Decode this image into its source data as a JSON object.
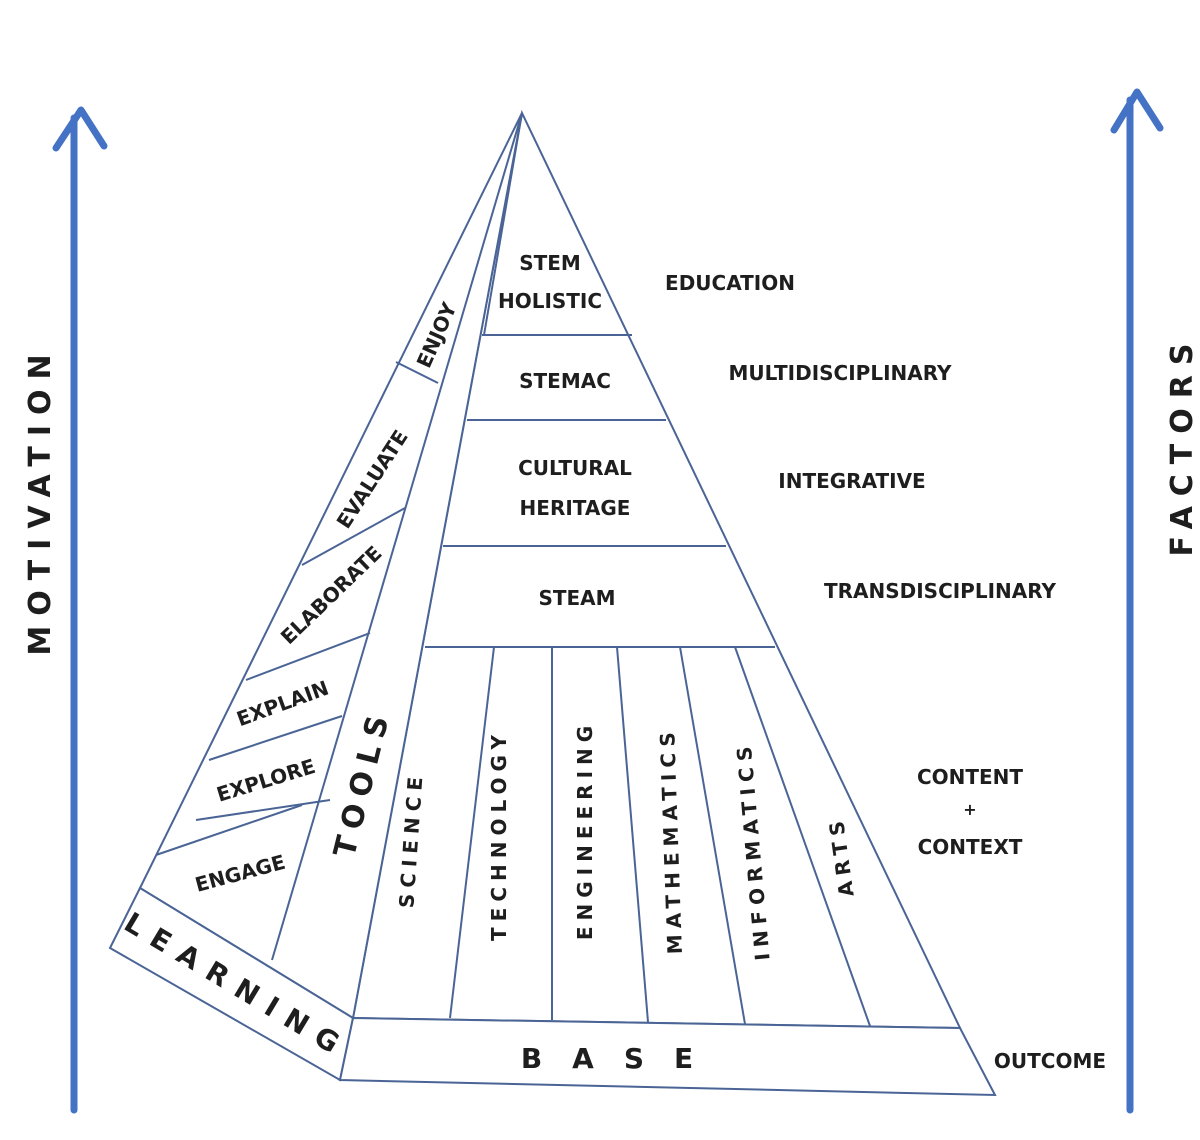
{
  "axes": {
    "left_label": "MOTIVATION",
    "right_label": "FACTORS",
    "arrow_color": "#4472c4"
  },
  "front_layers": {
    "stem_holistic": [
      "STEM",
      "HOLISTIC"
    ],
    "stemac": "STEMAC",
    "cultural_heritage": [
      "CULTURAL",
      "HERITAGE"
    ],
    "steam": "STEAM"
  },
  "disciplines": [
    "SCIENCE",
    "TECHNOLOGY",
    "ENGINEERING",
    "MATHEMATICS",
    "INFORMATICS",
    "ARTS"
  ],
  "left_face_stages": [
    "ENJOY",
    "EVALUATE",
    "ELABORATE",
    "EXPLAIN",
    "EXPLORE",
    "ENGAGE"
  ],
  "tools_label": "TOOLS",
  "learning_label": "LEARNING",
  "base_label": "BASE",
  "right_labels": {
    "education": "EDUCATION",
    "multidisciplinary": "MULTIDISCIPLINARY",
    "integrative": "INTEGRATIVE",
    "transdisciplinary": "TRANSDISCIPLINARY",
    "content": "CONTENT",
    "plus": "+",
    "context": "CONTEXT",
    "outcome": "OUTCOME"
  },
  "line_color": "#4a6496"
}
